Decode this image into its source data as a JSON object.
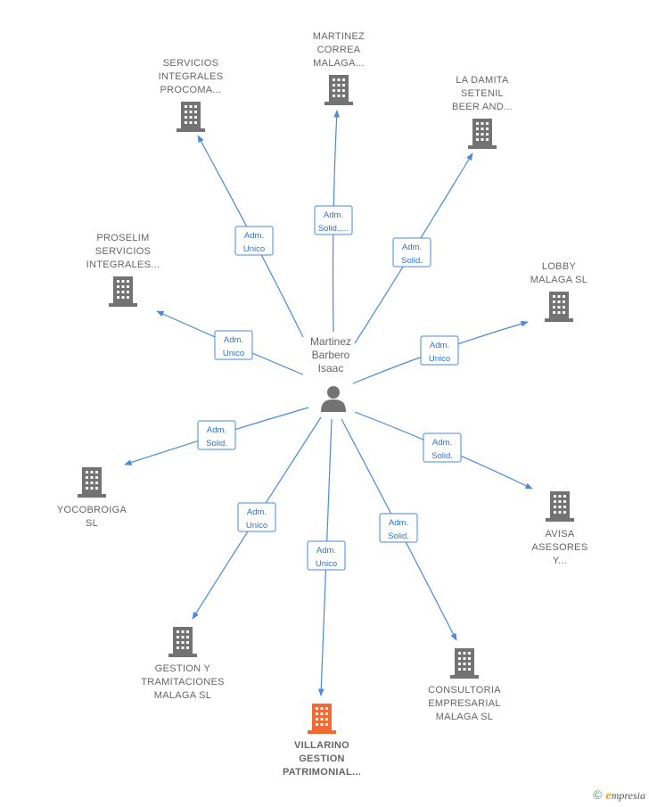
{
  "center": {
    "name_lines": [
      "Martinez",
      "Barbero",
      "Isaac"
    ],
    "icon": "person-icon"
  },
  "colors": {
    "building": "#737373",
    "highlight": "#f06a35",
    "edge": "#4a8ad8"
  },
  "nodes": [
    {
      "id": "martinez-correa",
      "label_lines": [
        "MARTINEZ",
        "CORREA",
        "MALAGA..."
      ],
      "role_lines": [
        "Adm.",
        "Solid.,..."
      ],
      "highlight": false
    },
    {
      "id": "servicios-integrales",
      "label_lines": [
        "SERVICIOS",
        "INTEGRALES",
        "PROCOMA..."
      ],
      "role_lines": [
        "Adm.",
        "Unico"
      ],
      "highlight": false
    },
    {
      "id": "la-damita",
      "label_lines": [
        "LA DAMITA",
        "SETENIL",
        "BEER AND..."
      ],
      "role_lines": [
        "Adm.",
        "Solid."
      ],
      "highlight": false
    },
    {
      "id": "proselim",
      "label_lines": [
        "PROSELIM",
        "SERVICIOS",
        "INTEGRALES..."
      ],
      "role_lines": [
        "Adm.",
        "Unico"
      ],
      "highlight": false
    },
    {
      "id": "lobby-malaga",
      "label_lines": [
        "LOBBY",
        "MALAGA  SL"
      ],
      "role_lines": [
        "Adm.",
        "Unico"
      ],
      "highlight": false
    },
    {
      "id": "yocobroiga",
      "label_lines": [
        "YOCOBROIGA",
        "SL"
      ],
      "role_lines": [
        "Adm.",
        "Solid."
      ],
      "highlight": false
    },
    {
      "id": "avisa-asesores",
      "label_lines": [
        "AVISA",
        "ASESORES",
        "Y..."
      ],
      "role_lines": [
        "Adm.",
        "Solid."
      ],
      "highlight": false
    },
    {
      "id": "gestion-tramitaciones",
      "label_lines": [
        "GESTION Y",
        "TRAMITACIONES",
        "MALAGA  SL"
      ],
      "role_lines": [
        "Adm.",
        "Unico"
      ],
      "highlight": false
    },
    {
      "id": "consultoria-empresarial",
      "label_lines": [
        "CONSULTORIA",
        "EMPRESARIAL",
        "MALAGA  SL"
      ],
      "role_lines": [
        "Adm.",
        "Solid."
      ],
      "highlight": false
    },
    {
      "id": "villarino-gestion",
      "label_lines": [
        "VILLARINO",
        "GESTION",
        "PATRIMONIAL..."
      ],
      "role_lines": [
        "Adm.",
        "Unico"
      ],
      "highlight": true
    }
  ],
  "footer": {
    "copyright_symbol": "©",
    "brand_initial": "e",
    "brand_rest": "mpresia"
  }
}
